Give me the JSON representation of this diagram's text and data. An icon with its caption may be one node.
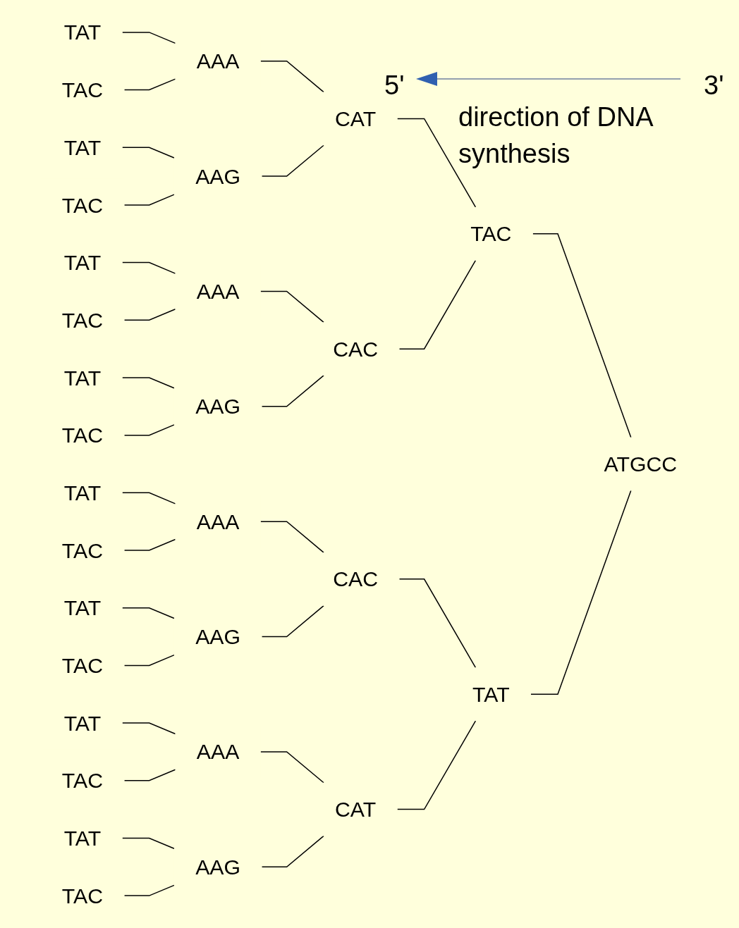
{
  "diagram": {
    "nodes": [
      {
        "text": [
          "ATGCC"
        ]
      },
      {
        "text": [
          "TAC"
        ]
      },
      {
        "text": [
          "TAT"
        ]
      },
      {
        "text": [
          "CAT"
        ]
      },
      {
        "text": [
          "CAC"
        ]
      },
      {
        "text": [
          "CAC"
        ]
      },
      {
        "text": [
          "CAT"
        ]
      },
      {
        "text": [
          "AAA"
        ]
      },
      {
        "text": [
          "AAG"
        ]
      },
      {
        "text": [
          "AAA"
        ]
      },
      {
        "text": [
          "AAG"
        ]
      },
      {
        "text": [
          "AAA"
        ]
      },
      {
        "text": [
          "AAG"
        ]
      },
      {
        "text": [
          "AAA"
        ]
      },
      {
        "text": [
          "AAG"
        ]
      },
      {
        "text": [
          "TAT"
        ]
      },
      {
        "text": [
          "TAC"
        ]
      },
      {
        "text": [
          "TAT"
        ]
      },
      {
        "text": [
          "TAC"
        ]
      },
      {
        "text": [
          "TAT"
        ]
      },
      {
        "text": [
          "TAC"
        ]
      },
      {
        "text": [
          "TAT"
        ]
      },
      {
        "text": [
          "TAC"
        ]
      },
      {
        "text": [
          "TAT"
        ]
      },
      {
        "text": [
          "TAC"
        ]
      },
      {
        "text": [
          "TAT"
        ]
      },
      {
        "text": [
          "TAC"
        ]
      },
      {
        "text": [
          "TAT"
        ]
      },
      {
        "text": [
          "TAC"
        ]
      },
      {
        "text": [
          "TAT"
        ]
      },
      {
        "text": [
          "TAC"
        ]
      }
    ],
    "edges": [
      {
        "from": 0,
        "to": 1,
        "arrow": "none"
      },
      {
        "from": 0,
        "to": 2,
        "arrow": "none"
      },
      {
        "from": 1,
        "to": 3,
        "arrow": "none"
      },
      {
        "from": 1,
        "to": 4,
        "arrow": "none"
      },
      {
        "from": 2,
        "to": 5,
        "arrow": "none"
      },
      {
        "from": 2,
        "to": 6,
        "arrow": "none"
      },
      {
        "from": 3,
        "to": 7,
        "arrow": "none"
      },
      {
        "from": 3,
        "to": 8,
        "arrow": "none"
      },
      {
        "from": 4,
        "to": 9,
        "arrow": "none"
      },
      {
        "from": 4,
        "to": 10,
        "arrow": "none"
      },
      {
        "from": 5,
        "to": 11,
        "arrow": "none"
      },
      {
        "from": 5,
        "to": 12,
        "arrow": "none"
      },
      {
        "from": 6,
        "to": 13,
        "arrow": "none"
      },
      {
        "from": 6,
        "to": 14,
        "arrow": "none"
      },
      {
        "from": 7,
        "to": 15,
        "arrow": "none"
      },
      {
        "from": 7,
        "to": 16,
        "arrow": "none"
      },
      {
        "from": 8,
        "to": 17,
        "arrow": "none"
      },
      {
        "from": 8,
        "to": 18,
        "arrow": "none"
      },
      {
        "from": 9,
        "to": 19,
        "arrow": "none"
      },
      {
        "from": 9,
        "to": 20,
        "arrow": "none"
      },
      {
        "from": 10,
        "to": 21,
        "arrow": "none"
      },
      {
        "from": 10,
        "to": 22,
        "arrow": "none"
      },
      {
        "from": 11,
        "to": 23,
        "arrow": "none"
      },
      {
        "from": 11,
        "to": 24,
        "arrow": "none"
      },
      {
        "from": 12,
        "to": 25,
        "arrow": "none"
      },
      {
        "from": 12,
        "to": 26,
        "arrow": "none"
      },
      {
        "from": 13,
        "to": 27,
        "arrow": "none"
      },
      {
        "from": 13,
        "to": 28,
        "arrow": "none"
      },
      {
        "from": 14,
        "to": 29,
        "arrow": "none"
      },
      {
        "from": 14,
        "to": 30,
        "arrow": "none"
      }
    ],
    "labels": [
      "5'",
      "3'",
      "direction of DNA synthesis"
    ]
  }
}
